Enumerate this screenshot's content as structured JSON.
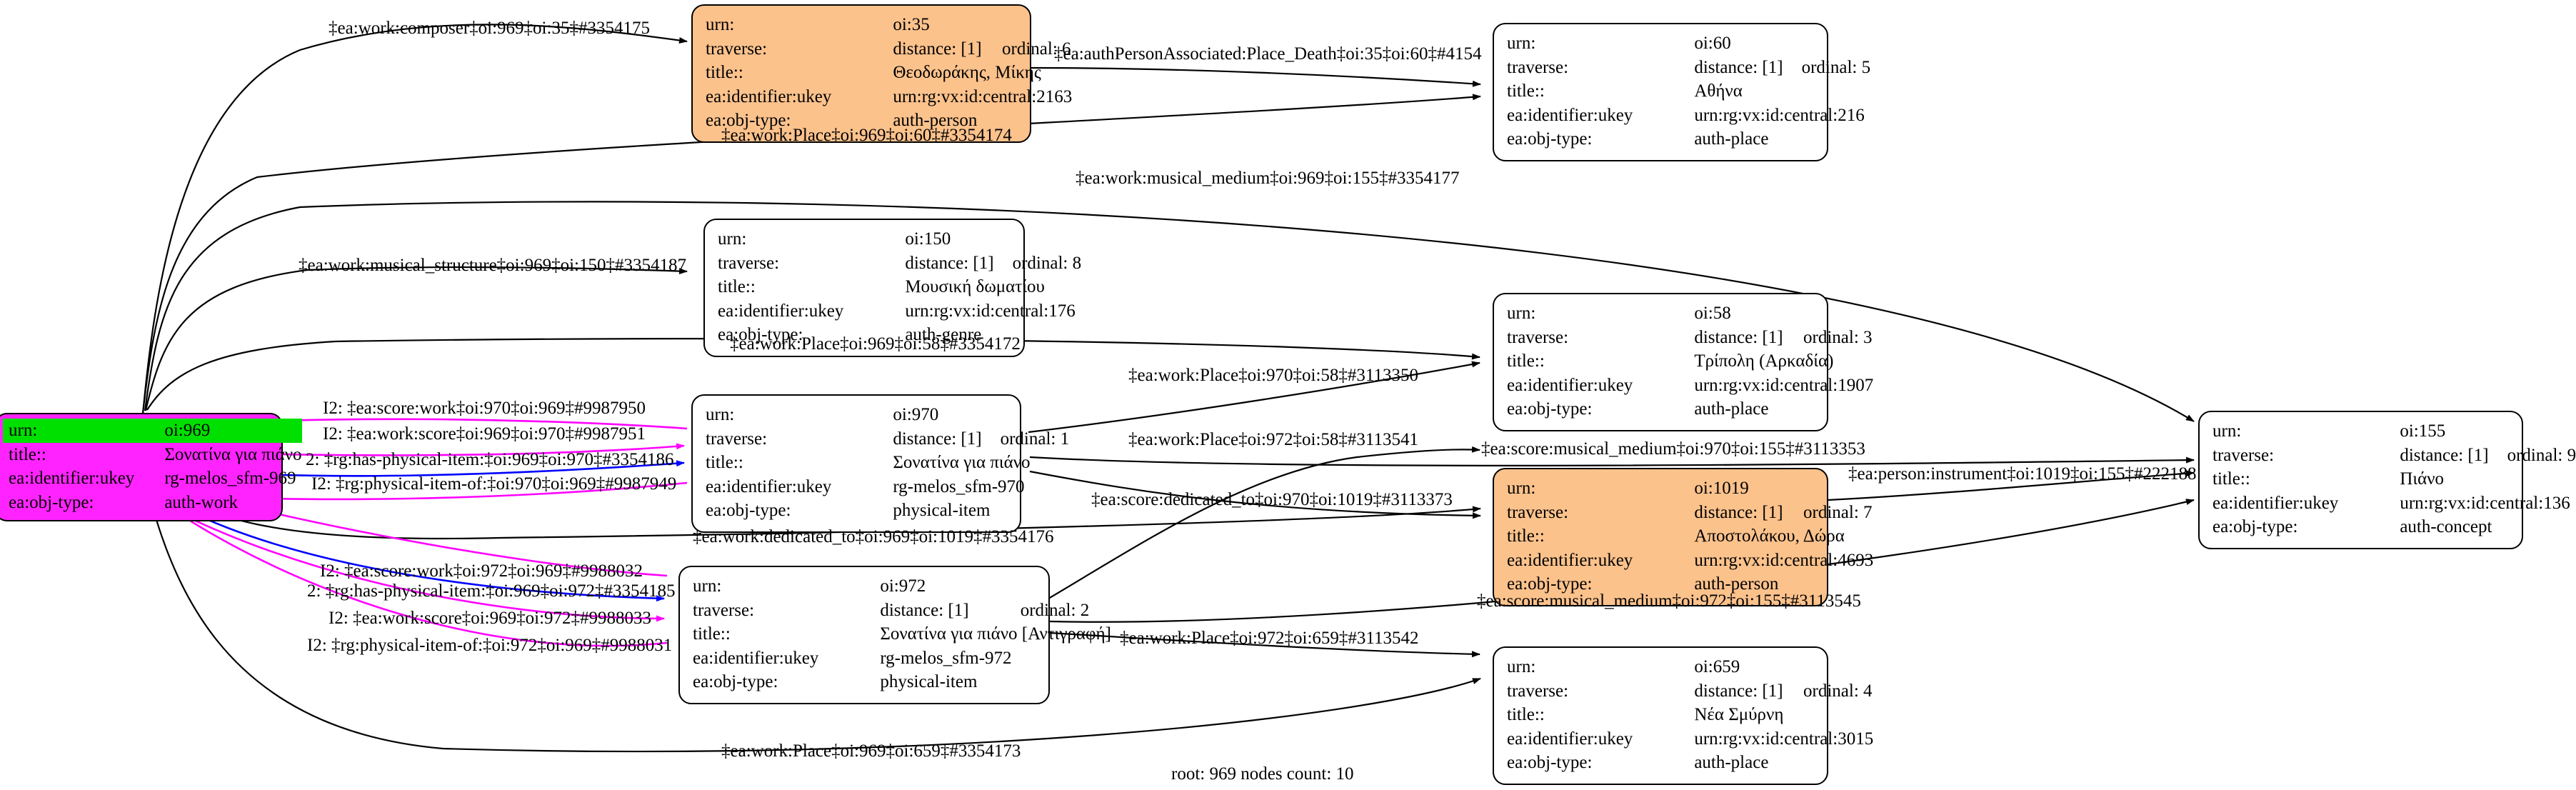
{
  "graph": {
    "footer": "root: 969 nodes count: 10",
    "colors": {
      "root_fill": "#ff24ff",
      "root_highlight": "#00e000",
      "person_fill": "#fcc28c",
      "default_fill": "#ffffff",
      "edge_default": "#000000",
      "edge_magenta": "#ff00ff",
      "edge_blue": "#0000ff"
    },
    "field_labels": {
      "urn": "urn:",
      "traverse": "traverse:",
      "title": "title::",
      "ukey": "ea:identifier:ukey",
      "objtype": "ea:obj-type:"
    },
    "nodes": [
      {
        "id": "oi35",
        "fill": "person",
        "urn": "oi:35",
        "distance": "distance: [1]",
        "ordinal": "ordinal: 6",
        "title": "Θεοδωράκης, Μίκης",
        "ukey": "urn:rg:vx:id:central:2163",
        "objtype": "auth-person"
      },
      {
        "id": "oi60",
        "fill": "default",
        "urn": "oi:60",
        "distance": "distance: [1]",
        "ordinal": "ordinal: 5",
        "title": "Αθήνα",
        "ukey": "urn:rg:vx:id:central:216",
        "objtype": "auth-place"
      },
      {
        "id": "oi150",
        "fill": "default",
        "urn": "oi:150",
        "distance": "distance: [1]",
        "ordinal": "ordinal: 8",
        "title": "Μουσική δωματίου",
        "ukey": "urn:rg:vx:id:central:176",
        "objtype": "auth-genre"
      },
      {
        "id": "oi58",
        "fill": "default",
        "urn": "oi:58",
        "distance": "distance: [1]",
        "ordinal": "ordinal: 3",
        "title": "Τρίπολη (Αρκαδία)",
        "ukey": "urn:rg:vx:id:central:1907",
        "objtype": "auth-place"
      },
      {
        "id": "oi969",
        "fill": "root",
        "urn": "oi:969",
        "distance": "",
        "ordinal": "",
        "title": "Σονατίνα για πιάνο",
        "ukey": "rg-melos_sfm-969",
        "objtype": "auth-work"
      },
      {
        "id": "oi970",
        "fill": "default",
        "urn": "oi:970",
        "distance": "distance: [1]",
        "ordinal": "ordinal: 1",
        "title": "Σονατίνα για πιάνο",
        "ukey": "rg-melos_sfm-970",
        "objtype": "physical-item"
      },
      {
        "id": "oi1019",
        "fill": "person",
        "urn": "oi:1019",
        "distance": "distance: [1]",
        "ordinal": "ordinal: 7",
        "title": "Αποστολάκου, Δώρα",
        "ukey": "urn:rg:vx:id:central:4693",
        "objtype": "auth-person"
      },
      {
        "id": "oi155",
        "fill": "default",
        "urn": "oi:155",
        "distance": "distance: [1]",
        "ordinal": "ordinal: 9",
        "title": "Πιάνο",
        "ukey": "urn:rg:vx:id:central:136",
        "objtype": "auth-concept"
      },
      {
        "id": "oi972",
        "fill": "default",
        "urn": "oi:972",
        "distance": "distance: [1]",
        "ordinal": "ordinal: 2",
        "title": "Σονατίνα για πιάνο [Αντιγραφή]",
        "ukey": "rg-melos_sfm-972",
        "objtype": "physical-item"
      },
      {
        "id": "oi659",
        "fill": "default",
        "urn": "oi:659",
        "distance": "distance: [1]",
        "ordinal": "ordinal: 4",
        "title": "Νέα Σμύρνη",
        "ukey": "urn:rg:vx:id:central:3015",
        "objtype": "auth-place"
      }
    ],
    "edge_labels": [
      {
        "id": "e1",
        "text": "‡ea:work:composer‡oi:969‡oi:35‡#3354175"
      },
      {
        "id": "e2",
        "text": "‡ea:authPersonAssociated:Place_Death‡oi:35‡oi:60‡#4154"
      },
      {
        "id": "e3",
        "text": "‡ea:work:Place‡oi:969‡oi:60‡#3354174"
      },
      {
        "id": "e4",
        "text": "‡ea:work:musical_medium‡oi:969‡oi:155‡#3354177"
      },
      {
        "id": "e5",
        "text": "‡ea:work:musical_structure‡oi:969‡oi:150‡#3354187"
      },
      {
        "id": "e6",
        "text": "‡ea:work:Place‡oi:969‡oi:58‡#3354172"
      },
      {
        "id": "e7",
        "text": "I2: ‡ea:score:work‡oi:970‡oi:969‡#9987950"
      },
      {
        "id": "e8",
        "text": "I2: ‡ea:work:score‡oi:969‡oi:970‡#9987951"
      },
      {
        "id": "e9",
        "text": "2: ‡rg:has-physical-item:‡oi:969‡oi:970‡#3354186"
      },
      {
        "id": "e10",
        "text": "I2: ‡rg:physical-item-of:‡oi:970‡oi:969‡#9987949"
      },
      {
        "id": "e11",
        "text": "I2: ‡ea:score:work‡oi:972‡oi:969‡#9988032"
      },
      {
        "id": "e12",
        "text": "2: ‡rg:has-physical-item:‡oi:969‡oi:972‡#3354185"
      },
      {
        "id": "e13",
        "text": "I2: ‡ea:work:score‡oi:969‡oi:972‡#9988033"
      },
      {
        "id": "e14",
        "text": "I2: ‡rg:physical-item-of:‡oi:972‡oi:969‡#9988031"
      },
      {
        "id": "e15",
        "text": "‡ea:work:Place‡oi:970‡oi:58‡#3113350"
      },
      {
        "id": "e16",
        "text": "‡ea:work:Place‡oi:972‡oi:58‡#3113541"
      },
      {
        "id": "e17",
        "text": "‡ea:score:musical_medium‡oi:970‡oi:155‡#3113353"
      },
      {
        "id": "e18",
        "text": "‡ea:score:dedicated_to‡oi:970‡oi:1019‡#3113373"
      },
      {
        "id": "e19",
        "text": "‡ea:work:dedicated_to‡oi:969‡oi:1019‡#3354176"
      },
      {
        "id": "e20",
        "text": "‡ea:person:instrument‡oi:1019‡oi:155‡#222188"
      },
      {
        "id": "e21",
        "text": "‡ea:score:musical_medium‡oi:972‡oi:155‡#3113545"
      },
      {
        "id": "e22",
        "text": "‡ea:work:Place‡oi:972‡oi:659‡#3113542"
      },
      {
        "id": "e23",
        "text": "‡ea:work:Place‡oi:969‡oi:659‡#3354173"
      }
    ]
  }
}
